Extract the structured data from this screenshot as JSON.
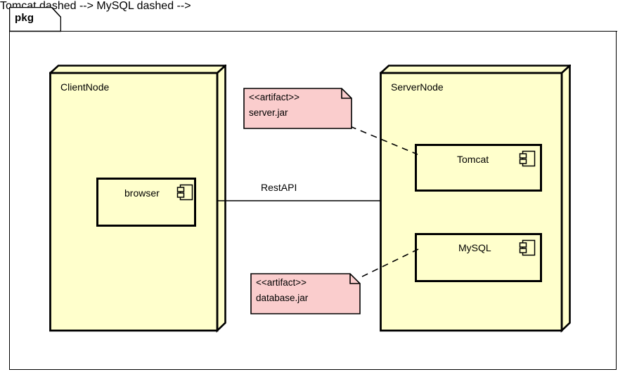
{
  "diagram": {
    "type": "uml-deployment-diagram",
    "package": {
      "tab_label": "pkg"
    },
    "colors": {
      "node_fill": "#FFFFCC",
      "artifact_fill": "#FACDCD",
      "stroke": "#000000",
      "canvas": "#FFFFFF"
    },
    "nodes": [
      {
        "id": "client-node",
        "label": "ClientNode",
        "components": [
          {
            "id": "browser",
            "label": "browser",
            "icon": "uml-component-icon"
          }
        ]
      },
      {
        "id": "server-node",
        "label": "ServerNode",
        "components": [
          {
            "id": "tomcat",
            "label": "Tomcat",
            "icon": "uml-component-icon"
          },
          {
            "id": "mysql",
            "label": "MySQL",
            "icon": "uml-component-icon"
          }
        ]
      }
    ],
    "artifacts": [
      {
        "id": "server-jar",
        "stereotype": "<<artifact>>",
        "name": "server.jar",
        "deploys_to": "tomcat"
      },
      {
        "id": "database-jar",
        "stereotype": "<<artifact>>",
        "name": "database.jar",
        "deploys_to": "mysql"
      }
    ],
    "connections": [
      {
        "id": "rest-api",
        "label": "RestAPI",
        "from": "client-node",
        "to": "server-node",
        "style": "solid"
      },
      {
        "id": "server-jar-link",
        "label": "",
        "from": "server-jar",
        "to": "tomcat",
        "style": "dashed"
      },
      {
        "id": "database-jar-link",
        "label": "",
        "from": "database-jar",
        "to": "mysql",
        "style": "dashed"
      }
    ]
  }
}
